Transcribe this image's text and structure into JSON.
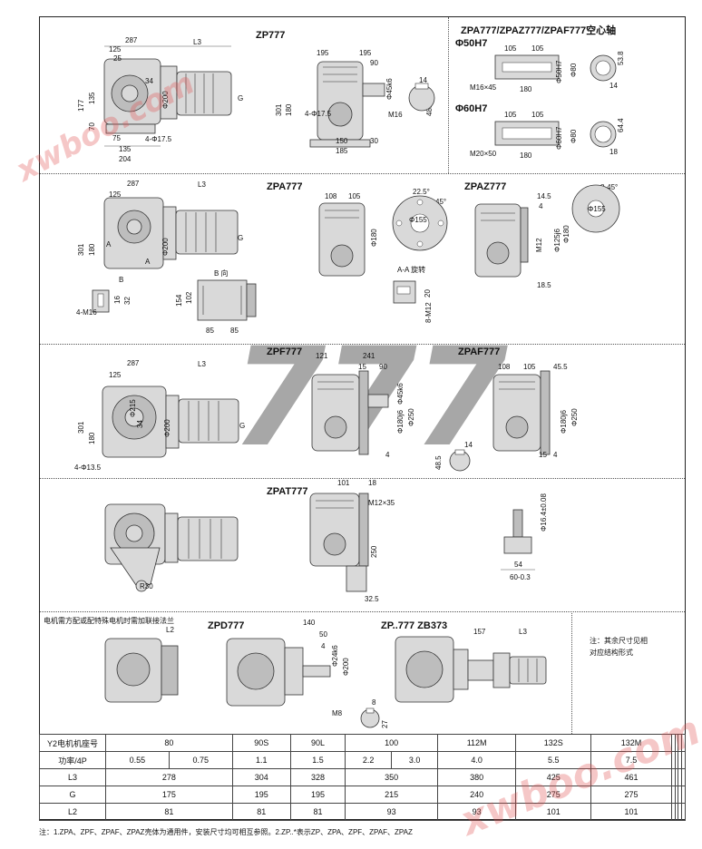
{
  "sections": {
    "zp": {
      "title": "ZP777",
      "dims": [
        "287",
        "125",
        "25",
        "L3",
        "34",
        "Φ200",
        "G",
        "177",
        "135",
        "70",
        "75",
        "135",
        "204",
        "4-Φ17.5",
        "195",
        "195",
        "90",
        "Φ45k6",
        "14",
        "301",
        "180",
        "4-Φ17.5",
        "M16",
        "48.5",
        "150",
        "185",
        "30"
      ]
    },
    "hollow": {
      "title": "ZPA777/ZPAZ777/ZPAF777空心轴",
      "sub1": "Φ50H7",
      "sub2": "Φ60H7",
      "dims1": [
        "105",
        "105",
        "53.8",
        "M16×45",
        "180",
        "Φ50H7",
        "Φ80",
        "14"
      ],
      "dims2": [
        "105",
        "105",
        "64.4",
        "M20×50",
        "180",
        "Φ60H7",
        "Φ80",
        "18"
      ]
    },
    "zpa": {
      "title": "ZPA777",
      "dims": [
        "287",
        "L3",
        "125",
        "Φ200",
        "G",
        "301",
        "180",
        "A",
        "A",
        "B",
        "B 向",
        "108",
        "105",
        "Φ180",
        "22.5°",
        "45°",
        "Φ155",
        "A-A 旋转",
        "16",
        "32",
        "4-M16",
        "154",
        "102",
        "85",
        "85",
        "20",
        "8-M12"
      ]
    },
    "zpaz": {
      "title": "ZPAZ777",
      "dims": [
        "14.5",
        "4",
        "8-45°",
        "Φ155",
        "Φ125j6",
        "Φ180",
        "M12",
        "18.5"
      ]
    },
    "zpf": {
      "title": "ZPF777",
      "dims": [
        "287",
        "L3",
        "125",
        "Φ215",
        "34",
        "Φ200",
        "G",
        "301",
        "180",
        "4-Φ13.5",
        "121",
        "241",
        "15",
        "90",
        "Φ45k6",
        "Φ180j6",
        "Φ250",
        "4",
        "14",
        "48.5"
      ]
    },
    "zpaf": {
      "title": "ZPAF777",
      "dims": [
        "108",
        "105",
        "45.5",
        "Φ180j6",
        "Φ250",
        "15",
        "4"
      ]
    },
    "zpat": {
      "title": "ZPAT777",
      "dims": [
        "101",
        "18",
        "M12×35",
        "250",
        "32.5",
        "R30",
        "Φ16.4±0.08",
        "54",
        "60-0.3"
      ]
    },
    "bottom": {
      "note_left": "电机需方配或配特殊电机时需加联接法兰",
      "l2_label": "L2",
      "zpd_title": "ZPD777",
      "zpd_dims": [
        "140",
        "50",
        "4",
        "Φ24k6",
        "Φ200",
        "M8",
        "8",
        "27"
      ],
      "zb_title": "ZP..777 ZB373",
      "zb_dims": [
        "157",
        "L3"
      ],
      "note_right": "注：其余尺寸见相对应结构形式"
    }
  },
  "big_mark": "777",
  "watermark": "xwboo.com",
  "table": {
    "header": [
      "Y2电机机座号",
      "80",
      "90S",
      "90L",
      "100",
      "112M",
      "132S",
      "132M"
    ],
    "power_label": "功率/4P",
    "power": [
      "0.55",
      "0.75",
      "1.1",
      "1.5",
      "2.2",
      "3.0",
      "4.0",
      "5.5",
      "7.5"
    ],
    "rows": [
      {
        "label": "L3",
        "values": [
          "278",
          "304",
          "328",
          "350",
          "380",
          "425",
          "461"
        ]
      },
      {
        "label": "G",
        "values": [
          "175",
          "195",
          "195",
          "215",
          "240",
          "275",
          "275"
        ]
      },
      {
        "label": "L2",
        "values": [
          "81",
          "81",
          "81",
          "93",
          "93",
          "101",
          "101"
        ]
      }
    ]
  },
  "footnote": "注：1.ZPA、ZPF、ZPAF、ZPAZ壳体为通用件，安装尺寸均可相互参照。2.ZP..*表示ZP、ZPA、ZPF、ZPAF、ZPAZ"
}
